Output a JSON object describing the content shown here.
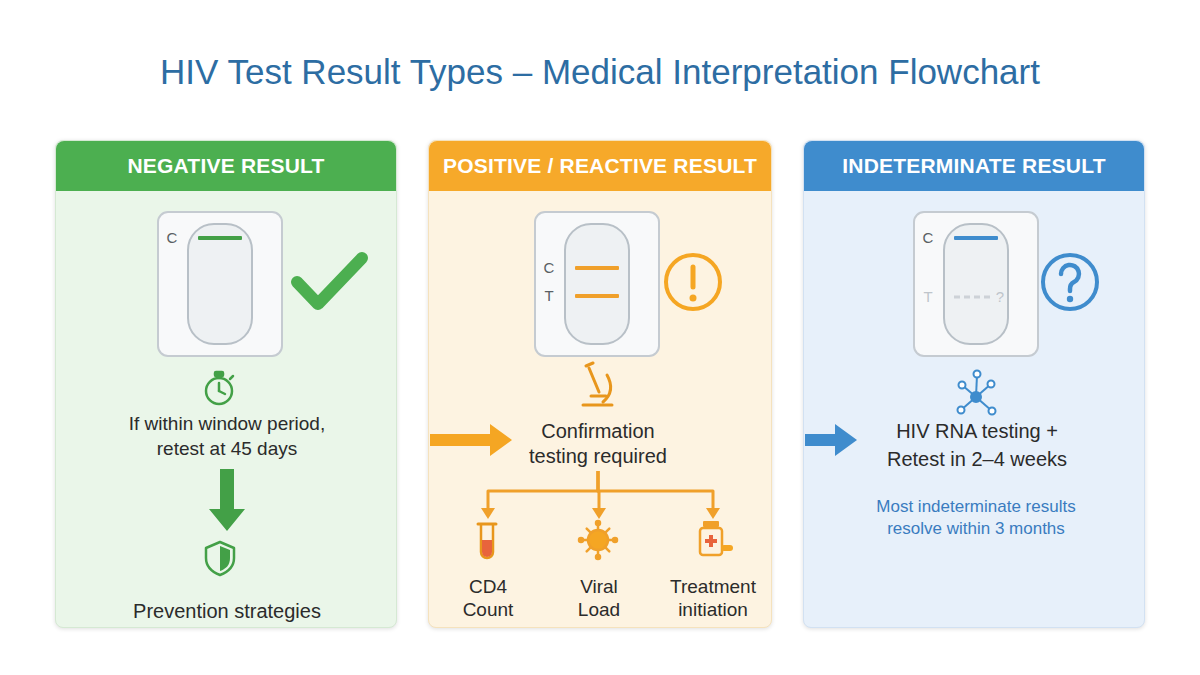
{
  "diagram": {
    "title": "HIV Test Result Types – Medical Interpretation Flowchart",
    "nodes": [
      {
        "text": [
          "NEGATIVE RESULT"
        ]
      },
      {
        "text": [
          "If within window period, retest at 45 days"
        ],
        "in": 0
      },
      {
        "text": [
          "Prevention strategies"
        ],
        "in": 0
      },
      {
        "text": [
          "POSITIVE / REACTIVE RESULT"
        ]
      },
      {
        "text": [
          "Confirmation testing required"
        ],
        "in": 3
      },
      {
        "text": [
          "CD4 Count"
        ],
        "in": 3
      },
      {
        "text": [
          "Viral Load"
        ],
        "in": 3
      },
      {
        "text": [
          "Treatment initiation"
        ],
        "in": 3
      },
      {
        "text": [
          "INDETERMINATE RESULT"
        ]
      },
      {
        "text": [
          "HIV RNA testing + Retest in 2–4 weeks"
        ],
        "in": 8
      }
    ],
    "edges": [
      {
        "from": 1,
        "to": 2,
        "arrow": "to"
      },
      {
        "from": 4,
        "to": 5,
        "arrow": "to"
      },
      {
        "from": 4,
        "to": 6,
        "arrow": "to"
      },
      {
        "from": 4,
        "to": 7,
        "arrow": "to"
      }
    ],
    "labels": [
      "C",
      "C",
      "T",
      "C",
      "T",
      "?",
      "Most indeterminate results resolve within 3 months"
    ]
  }
}
